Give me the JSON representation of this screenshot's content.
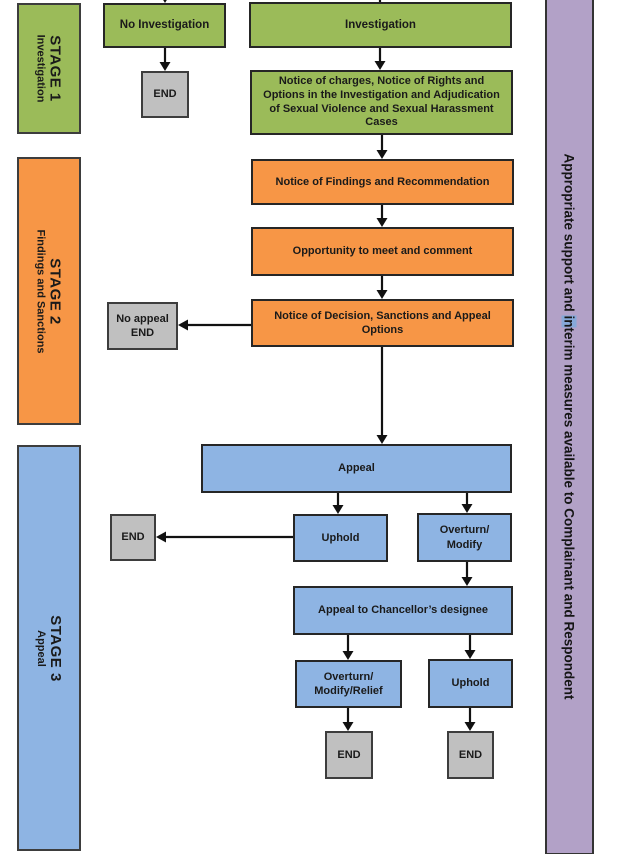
{
  "colors": {
    "stage_green": "#9BBB59",
    "stage_orange": "#F79646",
    "stage_blue": "#8EB4E3",
    "end_gray": "#C0C0C0",
    "support_purple": "#B2A1C7"
  },
  "stages": [
    {
      "title": "STAGE 1",
      "subtitle": "Investigation"
    },
    {
      "title": "STAGE 2",
      "subtitle": "Findings and Sanctions"
    },
    {
      "title": "STAGE 3",
      "subtitle": "Appeal"
    }
  ],
  "nodes": {
    "no_investigation": "No Investigation",
    "end_1": "END",
    "investigation": "Investigation",
    "notice_charges": "Notice of charges, Notice of Rights and Options in the Investigation and Adjudication of Sexual Violence and Sexual Harassment Cases",
    "notice_findings": "Notice of Findings and Recommendation",
    "opportunity": "Opportunity to meet and comment",
    "notice_decision": "Notice of Decision, Sanctions and Appeal Options",
    "no_appeal_end": "No appeal END",
    "appeal": "Appeal",
    "uphold_first": "Uphold",
    "overturn_modify": "Overturn/ Modify",
    "end_2": "END",
    "chancellor": "Appeal to Chancellor’s designee",
    "overturn_modify_relief": "Overturn/ Modify/Relief",
    "uphold_second": "Uphold",
    "end_3": "END",
    "end_4": "END"
  },
  "support_bar": {
    "full_text": "Appropriate support and interim measures available to Complainant and Respondent",
    "segment_before": "Appropriate support and ",
    "segment_highlighted": "in",
    "segment_after": "terim measures available to Complainant and Respondent"
  }
}
